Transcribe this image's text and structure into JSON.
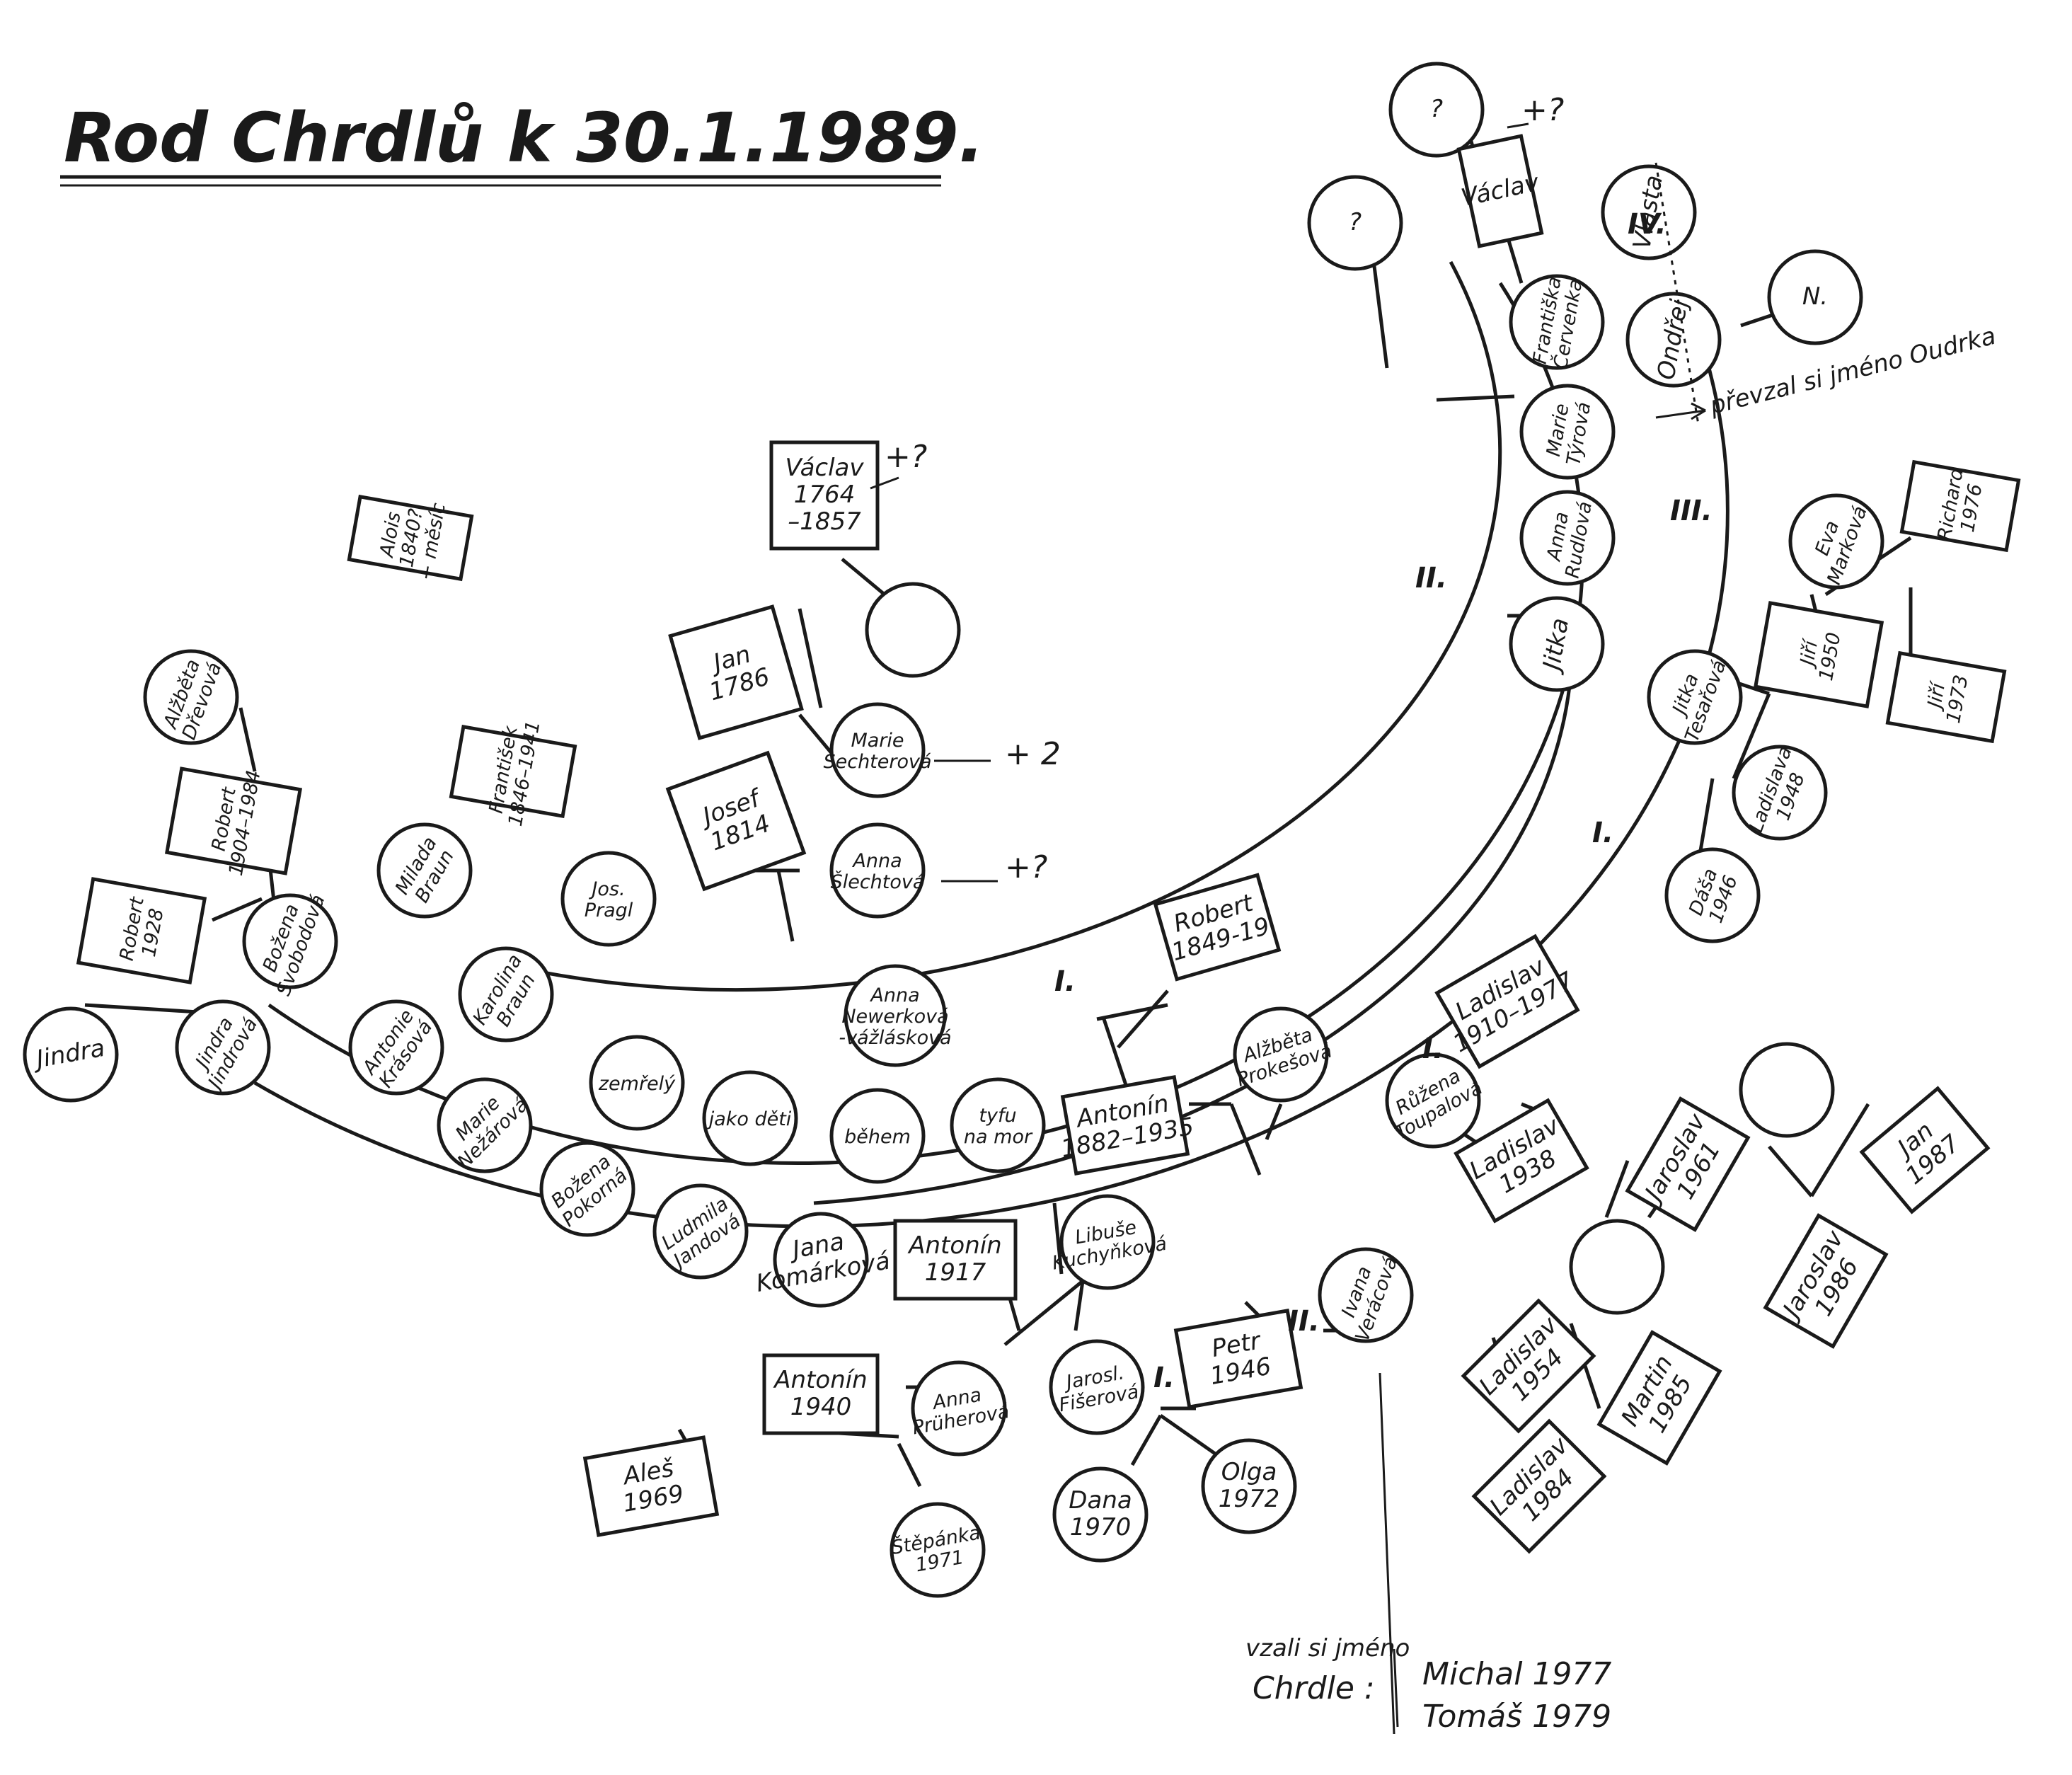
{
  "title": "Rod Chrdlů k 30.1.1989.",
  "people": {
    "vaclav_top": [
      "?"
    ],
    "vaclav_top_spouse": [
      "Václav"
    ],
    "unknown_left": [
      "?"
    ],
    "frantiska": [
      "Františka",
      "Červenka"
    ],
    "marie_tyrova": [
      "Marie",
      "Týrová"
    ],
    "anna_rudlova": [
      "Anna",
      "Rudlová"
    ],
    "jitka": [
      "Jitka"
    ],
    "vlasta": [
      "Vlasta"
    ],
    "ondrej": [
      "Ondřej"
    ],
    "ondrej_spouse": [
      "N."
    ],
    "vaclav_1764": [
      "Václav",
      "1764",
      "–1857"
    ],
    "vaclav_1764_spouse": [],
    "jan_1786": [
      "Jan",
      "1786"
    ],
    "marie_sechterova": [
      "Marie",
      "Sechterová"
    ],
    "josef_1814": [
      "Josef",
      "1814"
    ],
    "anna_slechtova": [
      "Anna",
      "Šlechtová"
    ],
    "alois": [
      "Alois",
      "1840?",
      "+ měsíc"
    ],
    "frantisek_1846": [
      "František",
      "1846–1941"
    ],
    "robert_1849": [
      "Robert",
      "1849-19"
    ],
    "anna_newerkova": [
      "Anna",
      "Newerková",
      "-vážlásková"
    ],
    "alzbeta_prokesova": [
      "Alžběta",
      "Prokešová"
    ],
    "antonin_1882": [
      "Antonín",
      "1882–1935"
    ],
    "zemrely": [
      "zemřelý"
    ],
    "jako_deti": [
      "jako děti"
    ],
    "behem": [
      "během"
    ],
    "tyfu": [
      "tyfu",
      "na mor"
    ],
    "milada_braun": [
      "Milada",
      "Braun"
    ],
    "josefa_pragl": [
      "Jos.",
      "Pragl"
    ],
    "karolina_braun": [
      "Karolina",
      "Braun"
    ],
    "antonie_krasova": [
      "Antonie",
      "Krásová"
    ],
    "marie_nezarova": [
      "Marie",
      "Nežárová"
    ],
    "bozena_pokorna": [
      "Božena",
      "Pokorná"
    ],
    "ludmila_jandova": [
      "Ludmila",
      "Jandová"
    ],
    "jana_komarkova": [
      "Jana",
      "Komárková"
    ],
    "antonin_1917": [
      "Antonín",
      "1917"
    ],
    "libuse_kuchynkova": [
      "Libuše",
      "Kuchyňková"
    ],
    "alzbeta_dreverova": [
      "Alžběta",
      "Dřevová"
    ],
    "robert_1904": [
      "Robert",
      "1904–1984"
    ],
    "bozena_svoboda": [
      "Božena",
      "Svobodová"
    ],
    "robert_1928": [
      "Robert",
      "1928"
    ],
    "jindra_jindrova": [
      "Jindra",
      "Jindrová"
    ],
    "jindra_left": [
      "Jindra"
    ],
    "antonin_1940": [
      "Antonín",
      "1940"
    ],
    "anna_pruherova": [
      "Anna",
      "Prüherová"
    ],
    "ales_1969": [
      "Aleš",
      "1969"
    ],
    "stepanka_1971": [
      "Štěpánka",
      "1971"
    ],
    "jarosl_fiserova": [
      "Jarosl.",
      "Fišerová"
    ],
    "petr_1946": [
      "Petr",
      "1946"
    ],
    "ivana_veraova": [
      "Ivana",
      "Verácová"
    ],
    "dana_1970": [
      "Dana",
      "1970"
    ],
    "olga_1972": [
      "Olga",
      "1972"
    ],
    "ladislav_1910": [
      "Ladislav",
      "1910–1977"
    ],
    "ruzena_toupalova": [
      "Růžena",
      "Toupalová"
    ],
    "ladislav_1938": [
      "Ladislav",
      "1938"
    ],
    "jaroslav_1961": [
      "Jaroslav",
      "1961"
    ],
    "jarka_mother": [],
    "jan_1987": [
      "Jan",
      "1987"
    ],
    "jaroslav_1986": [
      "Jaroslav",
      "1986"
    ],
    "ladislav_1954_spouse": [],
    "ladislav_1954": [
      "Ladislav",
      "1954"
    ],
    "martin_1985": [
      "Martin",
      "1985"
    ],
    "ladislav_1984": [
      "Ladislav",
      "1984"
    ],
    "jitka_tesarova": [
      "Jitka",
      "Tesařová"
    ],
    "eva_markova": [
      "Eva",
      "Marková"
    ],
    "richard_1976": [
      "Richard",
      "1976"
    ],
    "jiri_1950": [
      "Jiří",
      "1950"
    ],
    "jiri_1973": [
      "Jiří",
      "1973"
    ],
    "ladislava_1948": [
      "Ladislava",
      "1948"
    ],
    "dasa_1946": [
      "Dáša",
      "1946"
    ]
  },
  "generation_labels": {
    "g1": "I.",
    "g1b": "I.",
    "g1c": "I.",
    "g2": "II.",
    "g2b": "II.",
    "g3": "III.",
    "g4": "IV.",
    "g1_arc": "I."
  },
  "annotations": {
    "plus_q1": "+?",
    "plus_q2": "+ 2",
    "plus_q3": "+?",
    "plus_q4": "+?",
    "prevzal_name": "převzal si jméno Oudrka",
    "vzal_name": "vzali si jméno",
    "chrdle": "Chrdle :",
    "michal": "Michal 1977",
    "tomas": "Tomáš 1979"
  }
}
